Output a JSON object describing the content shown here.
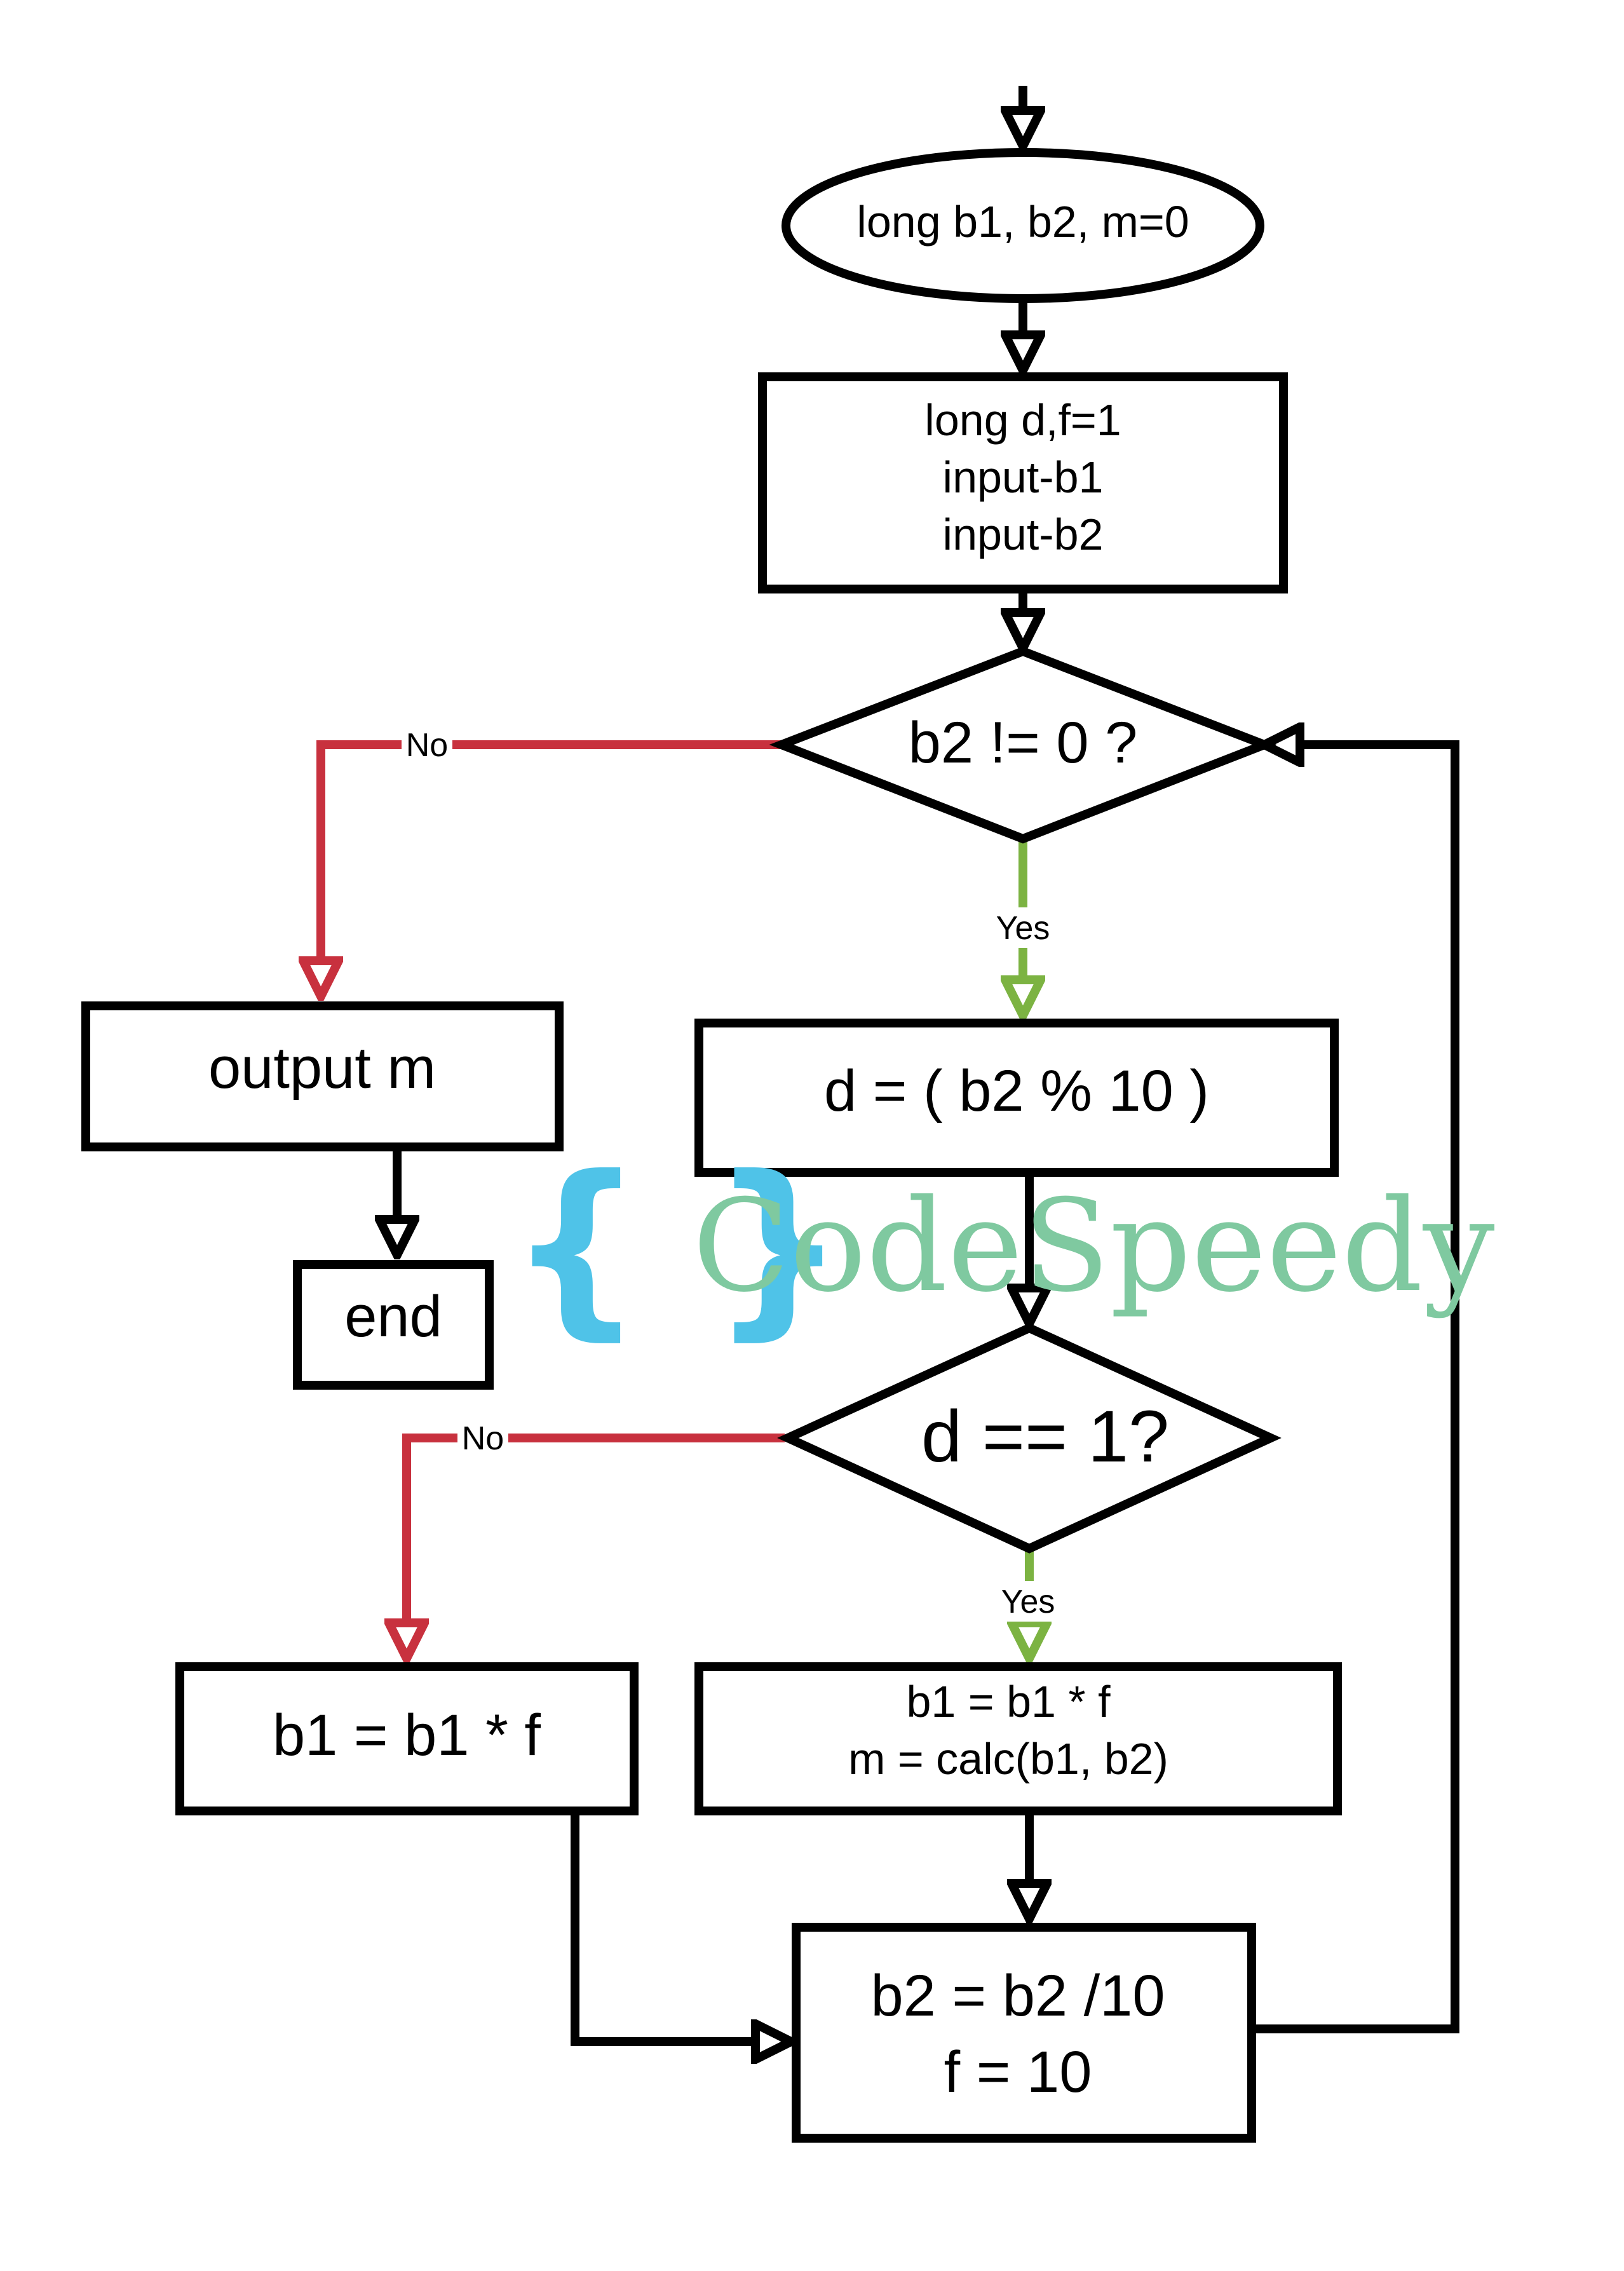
{
  "diagram": {
    "nodes": {
      "start": {
        "shape": "ellipse",
        "label": "long b1, b2, m=0"
      },
      "init": {
        "shape": "rect",
        "lines": [
          "long d,f=1",
          "input-b1",
          "input-b2"
        ]
      },
      "cond_b2": {
        "shape": "diamond",
        "label": "b2 != 0 ?"
      },
      "output": {
        "shape": "rect",
        "label": "output m"
      },
      "end": {
        "shape": "rect",
        "label": "end"
      },
      "calc_d": {
        "shape": "rect",
        "label": "d = ( b2 % 10 )"
      },
      "cond_d": {
        "shape": "diamond",
        "label": "d == 1?"
      },
      "mul_no": {
        "shape": "rect",
        "label": "b1 = b1 * f"
      },
      "mul_yes": {
        "shape": "rect",
        "lines": [
          "b1 = b1 * f",
          "m = calc(b1, b2)"
        ]
      },
      "update": {
        "shape": "rect",
        "lines": [
          "b2 = b2 /10",
          "f = 10"
        ]
      }
    },
    "edges": {
      "cond_b2_no": {
        "label": "No",
        "color": "#c8313e"
      },
      "cond_b2_yes": {
        "label": "Yes",
        "color": "#7cb342"
      },
      "cond_d_no": {
        "label": "No",
        "color": "#c8313e"
      },
      "cond_d_yes": {
        "label": "Yes",
        "color": "#7cb342"
      }
    },
    "colors": {
      "stroke": "#000000",
      "no": "#c8313e",
      "yes": "#7cb342"
    }
  },
  "watermark": {
    "brace": "{ }",
    "text": "CodeSpeedy",
    "brace_color": "#4fc3e8",
    "text_color": "#7fc9a0"
  }
}
